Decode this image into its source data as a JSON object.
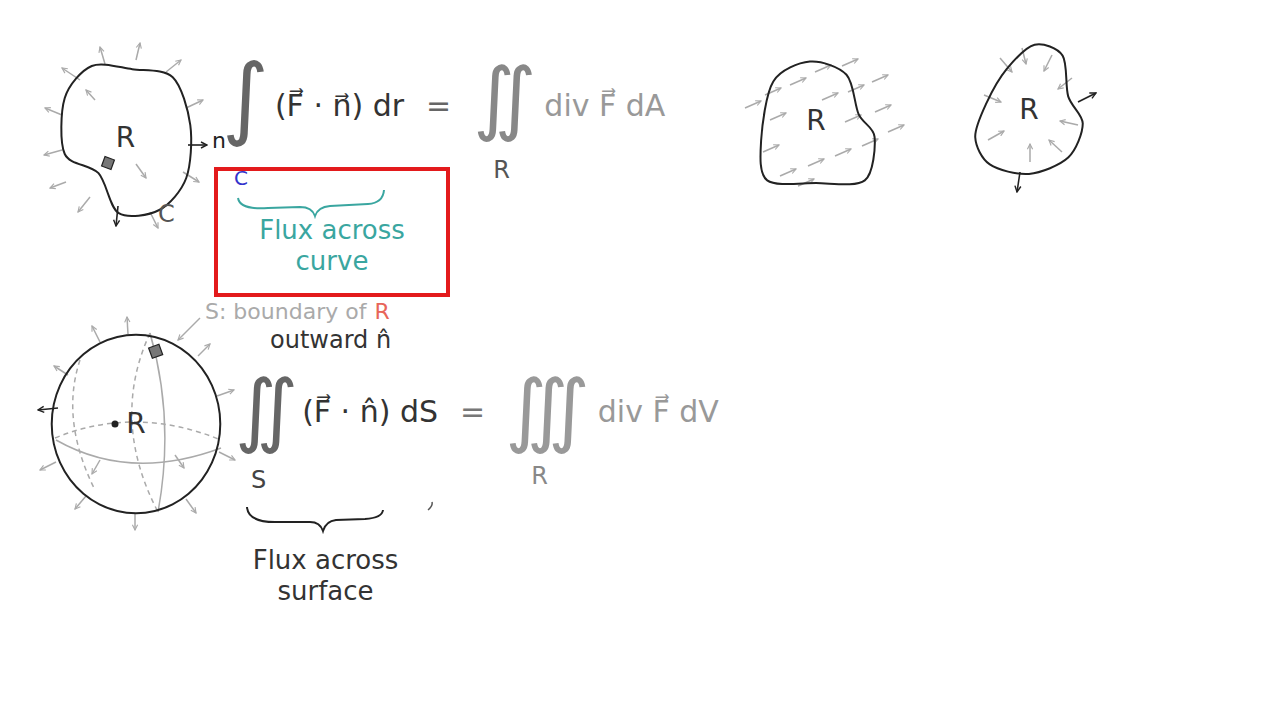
{
  "diagram": {
    "nodes": [
      {
        "text": [
          "R"
        ]
      },
      {
        "text": [
          "Flux across curve"
        ]
      },
      {
        "text": [
          "R"
        ]
      },
      {
        "text": [
          "R"
        ]
      },
      {
        "text": [
          "R"
        ]
      }
    ],
    "labels": [
      "n",
      "C",
      "∫",
      "C",
      "(F⃗ · n⃗) dr",
      "=",
      "∬",
      "R",
      "div F⃗ dA",
      "S: boundary of",
      "R",
      "outward n̂",
      "∬",
      "S",
      "(F⃗ · n̂) dS",
      "=",
      "∭",
      "R",
      "div F⃗ dV",
      "Flux across surface"
    ]
  }
}
